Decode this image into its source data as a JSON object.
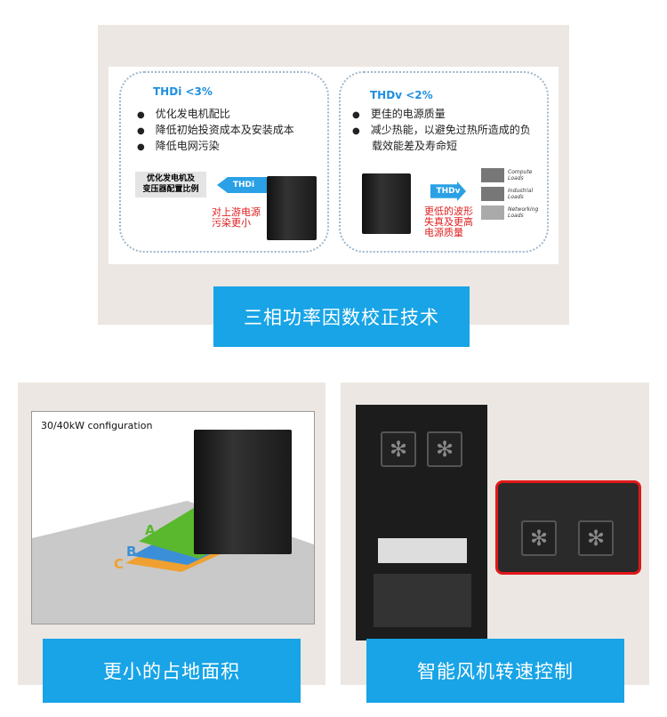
{
  "top": {
    "left": {
      "title": "THDi <3%",
      "bullets": [
        "优化发电机配比",
        "降低初始投资成本及安装成本",
        "降低电网污染"
      ],
      "box": [
        "优化发电机及",
        "变压器配置比例"
      ],
      "arrow": "THDi",
      "red": [
        "对上游电源",
        "污染更小"
      ]
    },
    "right": {
      "title": "THDv <2%",
      "bullets": [
        "更佳的电源质量",
        "减少热能，以避免过热所造成的负载效能差及寿命短"
      ],
      "arrow": "THDv",
      "red": [
        "更低的波形",
        "失真及更高",
        "电源质量"
      ],
      "loads": [
        [
          "Compute",
          "Loads"
        ],
        [
          "Industrial",
          "Loads"
        ],
        [
          "Networking",
          "Loads"
        ]
      ]
    },
    "label": "三相功率因数校正技术"
  },
  "bottom_left": {
    "caption": "30/40kW configuration",
    "letters": [
      "A",
      "B",
      "C"
    ],
    "label": "更小的占地面积"
  },
  "bottom_right": {
    "label": "智能风机转速控制"
  },
  "colors": {
    "accent": "#18a4e6",
    "panel": "#ece7e2",
    "red": "#e02020"
  }
}
